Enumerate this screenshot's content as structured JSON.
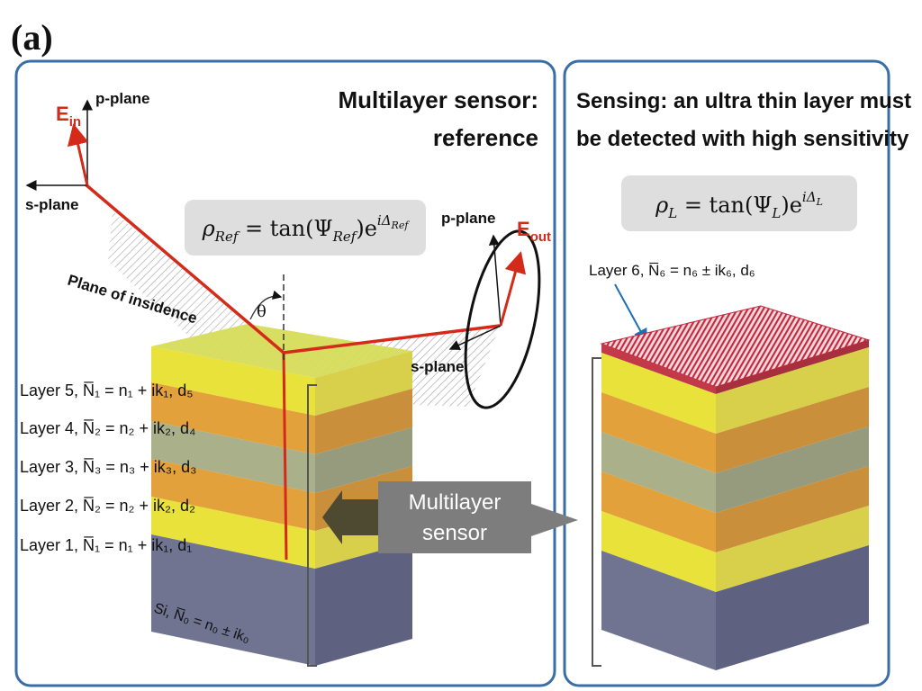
{
  "panel_label": "(a)",
  "left_panel": {
    "title_line1": "Multilayer sensor:",
    "title_line2": "reference",
    "formula_lhs": "ρ",
    "formula_lhs_sub": "Ref",
    "formula_eq": " = tan(Ψ",
    "formula_mid_sub": "Ref",
    "formula_exp_e": ")e",
    "formula_exp": "iΔ",
    "formula_exp_sub": "Ref",
    "e_in_label": "E",
    "e_in_sub": "in",
    "p_plane_in": "p-plane",
    "s_plane_in": "s-plane",
    "plane_of_incidence": "Plane of insidence",
    "theta": "θ",
    "e_out_label": "E",
    "e_out_sub": "out",
    "p_plane_out": "p-plane",
    "s_plane_out": "s-plane",
    "layers": [
      "Layer 5, N̅₁ = n₁ + ik₁, d₅",
      "Layer 4, N̅₂ = n₂ + ik₂, d₄",
      "Layer 3, N̅₃ = n₃ + ik₃, d₃",
      "Layer 2, N̅₂ = n₂ + ik₂, d₂",
      "Layer 1, N̅₁ = n₁ + ik₁, d₁"
    ],
    "substrate": "Si, N̅₀ = n₀ ± ik₀"
  },
  "arrow_label_line1": "Multilayer",
  "arrow_label_line2": "sensor",
  "right_panel": {
    "title_line1": "Sensing: an ultra thin layer must",
    "title_line2": "be detected with high sensitivity",
    "formula_lhs": "ρ",
    "formula_lhs_sub": "L",
    "formula_eq": " = tan(Ψ",
    "formula_mid_sub": "L",
    "formula_exp_e": ")e",
    "formula_exp": "iΔ",
    "formula_exp_sub": "L",
    "layer6_label": "Layer 6, N̅₆ = n₆ ± ik₆, d₆"
  },
  "colors": {
    "panel_border": "#3a6ea5",
    "beam": "#d42a1a",
    "yellow_layer": "#e9e23a",
    "orange_layer": "#e2a13a",
    "gray_layer": "#a9b08a",
    "substrate": "#707491",
    "formula_box": "#dedede",
    "arrow_gray": "#7d7d7d",
    "arrow_dark": "#4e4a32",
    "thin_layer": "#c23a4a"
  }
}
